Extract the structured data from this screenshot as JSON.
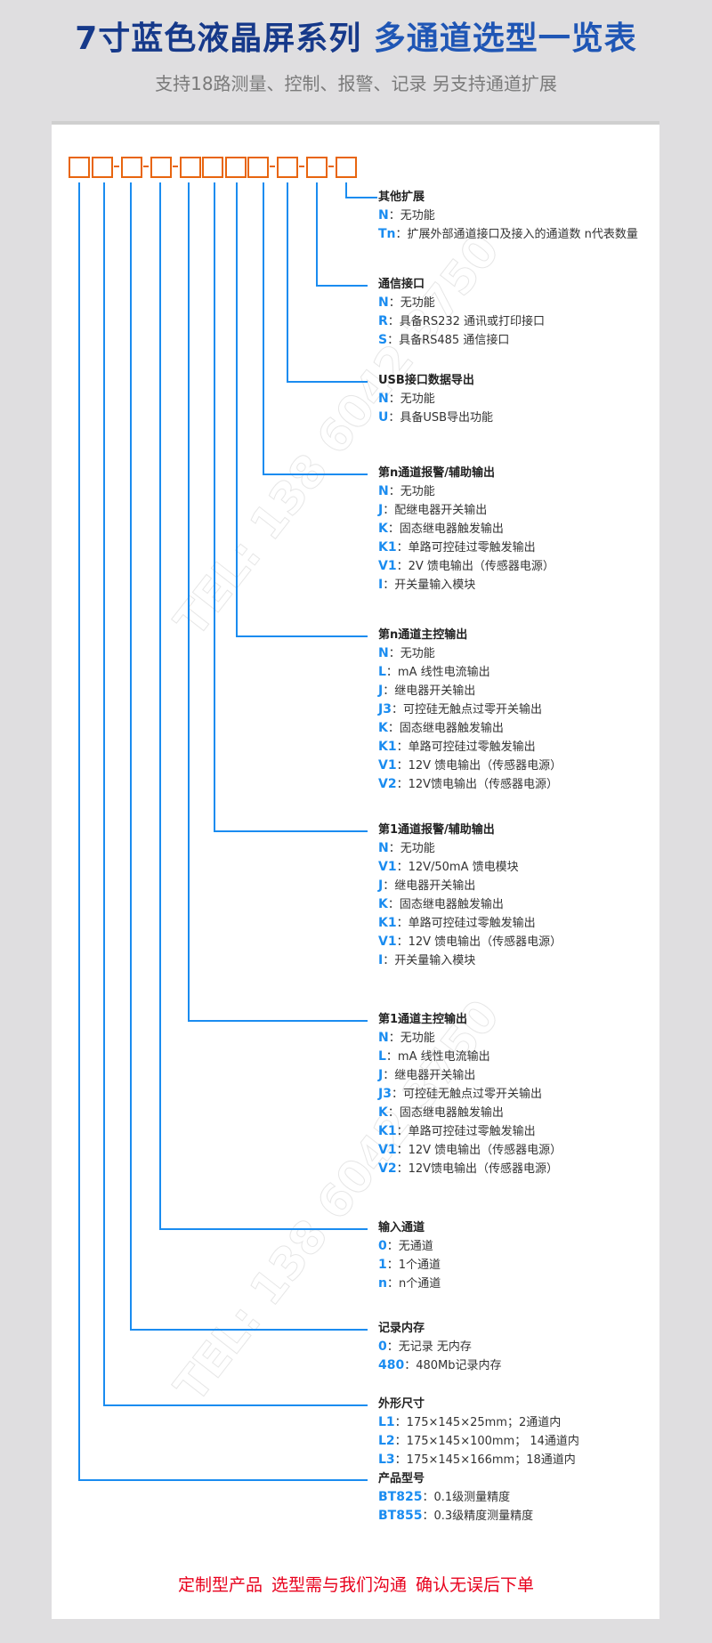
{
  "header": {
    "title_part1": "7寸蓝色液晶屏系列",
    "title_part2": "多通道选型一览表",
    "subtitle": "支持18路测量、控制、报警、记录 另支持通道扩展"
  },
  "watermark": {
    "text1": "TEL: 138 6042 3750",
    "text2": "TEL: 138 6042 3750"
  },
  "code_pattern": "□□-□-□-□□□□-□-□-□",
  "groups": {
    "other_ext": {
      "heading": "其他扩展",
      "items": [
        {
          "code": "N",
          "desc": "：无功能"
        },
        {
          "code": "Tn",
          "desc": "：扩展外部通道接口及接入的通道数 n代表数量"
        }
      ]
    },
    "comm": {
      "heading": "通信接口",
      "items": [
        {
          "code": "N",
          "desc": "：无功能"
        },
        {
          "code": "R",
          "desc": "：具备RS232 通讯或打印接口"
        },
        {
          "code": "S",
          "desc": "：具备RS485 通信接口"
        }
      ]
    },
    "usb": {
      "heading": "USB接口数据导出",
      "items": [
        {
          "code": "N",
          "desc": "：无功能"
        },
        {
          "code": "U",
          "desc": "：具备USB导出功能"
        }
      ]
    },
    "n_alarm": {
      "heading": "第n通道报警/辅助输出",
      "items": [
        {
          "code": "N",
          "desc": "：无功能"
        },
        {
          "code": "J",
          "desc": "：配继电器开关输出"
        },
        {
          "code": "K",
          "desc": "：固态继电器触发输出"
        },
        {
          "code": "K1",
          "desc": "：单路可控硅过零触发输出"
        },
        {
          "code": "V1",
          "desc": "：2V 馈电输出（传感器电源）"
        },
        {
          "code": "I",
          "desc": "：开关量输入模块"
        }
      ]
    },
    "n_main": {
      "heading": "第n通道主控输出",
      "items": [
        {
          "code": "N",
          "desc": "：无功能"
        },
        {
          "code": "L",
          "desc": "：mA 线性电流输出"
        },
        {
          "code": "J",
          "desc": "：继电器开关输出"
        },
        {
          "code": "J3",
          "desc": "：可控硅无触点过零开关输出"
        },
        {
          "code": "K",
          "desc": "：固态继电器触发输出"
        },
        {
          "code": "K1",
          "desc": "：单路可控硅过零触发输出"
        },
        {
          "code": "V1",
          "desc": "：12V 馈电输出（传感器电源）"
        },
        {
          "code": "V2",
          "desc": "：12V馈电输出（传感器电源）"
        }
      ]
    },
    "ch1_alarm": {
      "heading": "第1通道报警/辅助输出",
      "items": [
        {
          "code": "N",
          "desc": "：无功能"
        },
        {
          "code": "V1",
          "desc": "：12V/50mA 馈电模块"
        },
        {
          "code": "J",
          "desc": "：继电器开关输出"
        },
        {
          "code": "K",
          "desc": "：固态继电器触发输出"
        },
        {
          "code": "K1",
          "desc": "：单路可控硅过零触发输出"
        },
        {
          "code": "V1",
          "desc": "：12V 馈电输出（传感器电源）"
        },
        {
          "code": "I",
          "desc": "：开关量输入模块"
        }
      ]
    },
    "ch1_main": {
      "heading": "第1通道主控输出",
      "items": [
        {
          "code": "N",
          "desc": "：无功能"
        },
        {
          "code": "L",
          "desc": "：mA 线性电流输出"
        },
        {
          "code": "J",
          "desc": "：继电器开关输出"
        },
        {
          "code": "J3",
          "desc": "：可控硅无触点过零开关输出"
        },
        {
          "code": "K",
          "desc": "：固态继电器触发输出"
        },
        {
          "code": "K1",
          "desc": "：单路可控硅过零触发输出"
        },
        {
          "code": "V1",
          "desc": "：12V 馈电输出（传感器电源）"
        },
        {
          "code": "V2",
          "desc": "：12V馈电输出（传感器电源）"
        }
      ]
    },
    "input": {
      "heading": "输入通道",
      "items": [
        {
          "code": "0",
          "desc": "：无通道"
        },
        {
          "code": "1",
          "desc": "：1个通道"
        },
        {
          "code": "n",
          "desc": "：n个通道"
        }
      ]
    },
    "record": {
      "heading": "记录内存",
      "items": [
        {
          "code": "0",
          "desc": "：无记录 无内存"
        },
        {
          "code": "480",
          "desc": "：480Mb记录内存"
        }
      ]
    },
    "size": {
      "heading": "外形尺寸",
      "items": [
        {
          "code": "L1",
          "desc": "：175×145×25mm；2通道内"
        },
        {
          "code": "L2",
          "desc": "：175×145×100mm； 14通道内"
        },
        {
          "code": "L3",
          "desc": "：175×145×166mm；18通道内"
        }
      ]
    },
    "model": {
      "heading": "产品型号",
      "items": [
        {
          "code": "BT825",
          "desc": "：0.1级测量精度"
        },
        {
          "code": "BT855",
          "desc": "：0.3级精度测量精度"
        }
      ]
    }
  },
  "footer": {
    "notice": "定制型产品  选型需与我们沟通 确认无误后下单"
  },
  "colors": {
    "title": "#16398a",
    "accent_blue": "#1a8cf0",
    "box_orange": "#e8650f",
    "footer_red": "#e8001c",
    "background": "#dfdee0"
  }
}
